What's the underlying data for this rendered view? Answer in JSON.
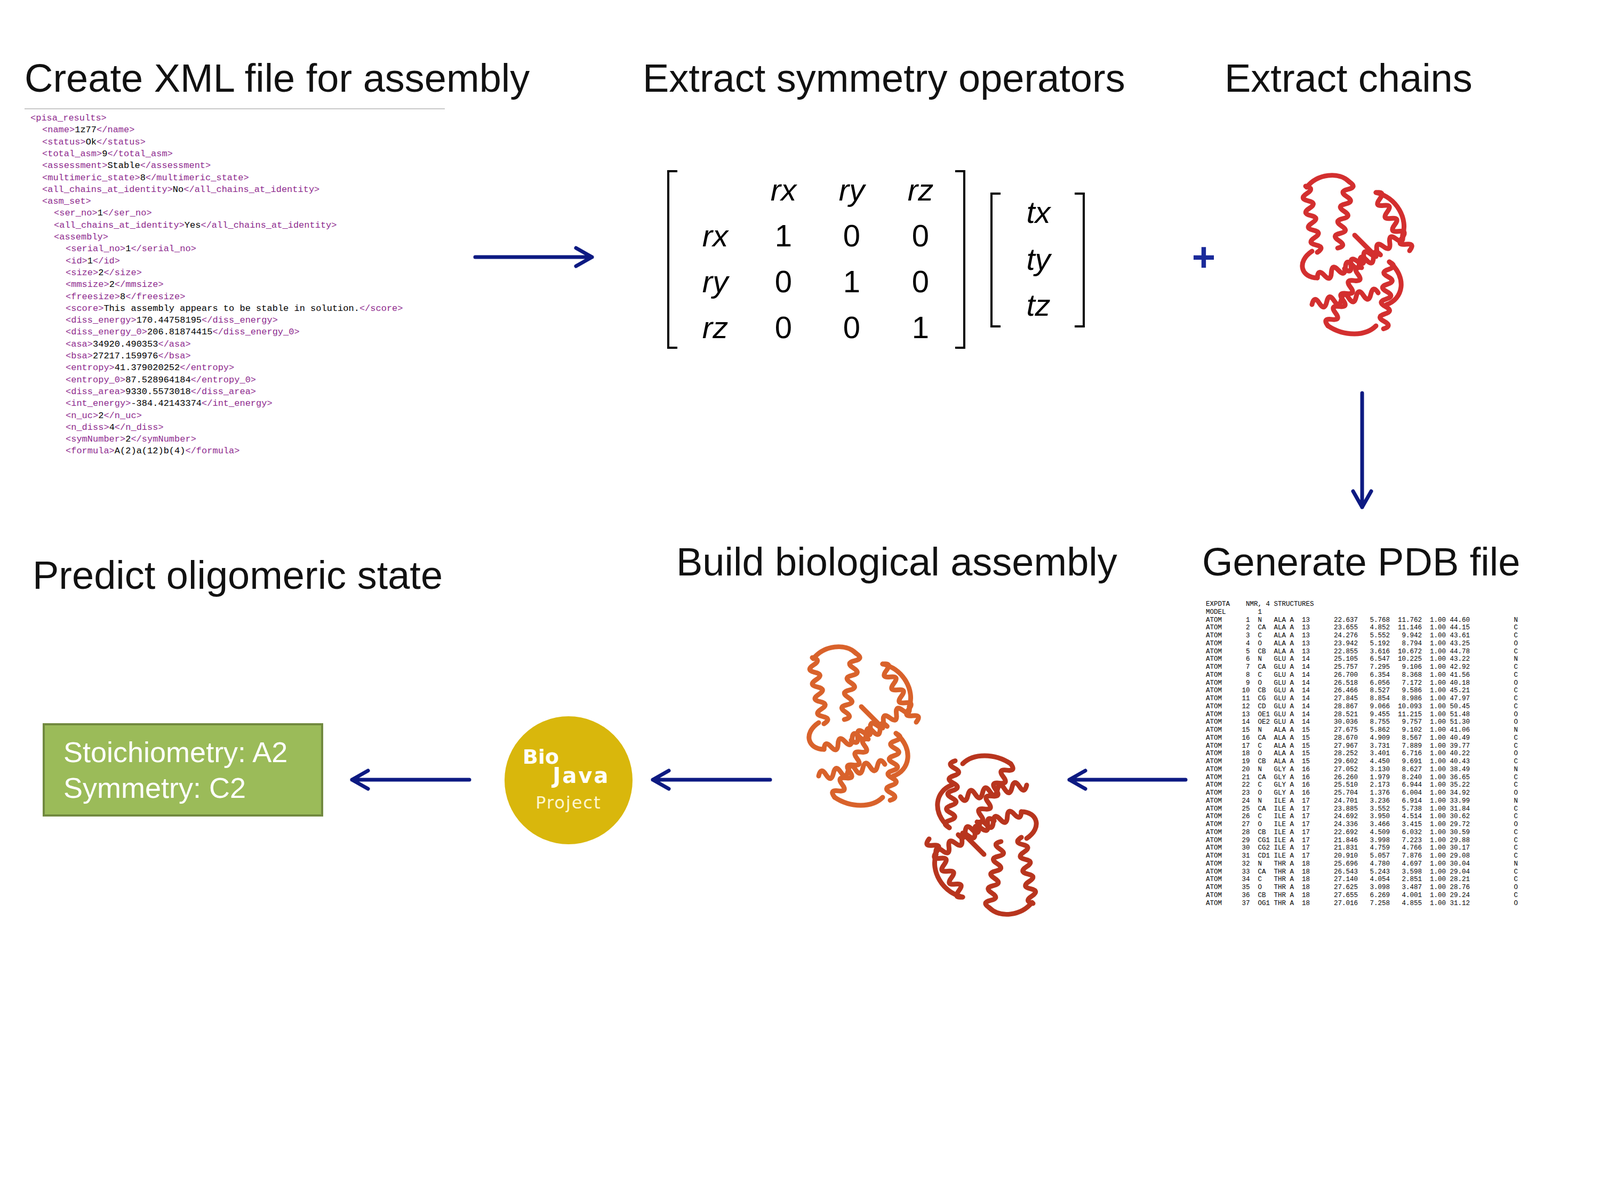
{
  "diagram": {
    "nodes": [
      {
        "text": [
          "Create XML file for assembly"
        ]
      },
      {
        "text": [
          "Extract symmetry operators"
        ]
      },
      {
        "text": [
          "Extract chains"
        ]
      },
      {
        "text": [
          "Generate PDB file"
        ]
      },
      {
        "text": [
          "Build biological assembly"
        ]
      },
      {
        "text": [
          "Bio",
          "Java",
          "Project"
        ]
      },
      {
        "text": [
          "Predict oligomeric state",
          "Stoichiometry: A2",
          "Symmetry: C2"
        ]
      }
    ],
    "edges": [
      {
        "from": 0,
        "to": 1,
        "arrow": "to"
      },
      {
        "from": 2,
        "to": 3,
        "arrow": "to"
      },
      {
        "from": 3,
        "to": 4,
        "arrow": "to"
      },
      {
        "from": 4,
        "to": 5,
        "arrow": "to"
      },
      {
        "from": 5,
        "to": 6,
        "arrow": "to"
      }
    ],
    "labels": [
      "<pisa_results>",
      "<name>1z77</name>",
      "<status>Ok</status>",
      "<total_asm>9</total_asm>",
      "<assessment>Stable</assessment>",
      "<multimeric_state>8</multimeric_state>",
      "<all_chains_at_identity>No</all_chains_at_identity>",
      "<asm_set>",
      "<ser_no>1</ser_no>",
      "<all_chains_at_identity>Yes</all_chains_at_identity>",
      "<assembly>",
      "<serial_no>1</serial_no>",
      "<id>1</id>",
      "<size>2</size>",
      "<mmsize>2</mmsize>",
      "<freesize>8</freesize>",
      "<score>This assembly appears to be stable in solution.</score>",
      "<diss_energy>170.44758195</diss_energy>",
      "<diss_energy_0>206.81874415</diss_energy_0>",
      "<asa>34920.490353</asa>",
      "<bsa>27217.159976</bsa>",
      "<entropy>41.379020252</entropy>",
      "<entropy_0>87.528964184</entropy_0>",
      "<diss_area>9330.5573018</diss_area>",
      "<int_energy>-384.42143374</int_energy>",
      "<n_uc>2</n_uc>",
      "<n_diss>4</n_diss>",
      "<symNumber>2</symNumber>",
      "<formula>A(2)a(12)b(4)</formula>",
      "rx",
      "ry",
      "rz",
      "rx",
      "1",
      "0",
      "0",
      "ry",
      "0",
      "1",
      "0",
      "rz",
      "0",
      "0",
      "1",
      "tx",
      "ty",
      "tz",
      "+",
      "EXPDTA    NMR, 4 STRUCTURES",
      "MODEL        1",
      "ATOM      1  N   ALA A  13      22.637   5.768  11.762  1.00 44.60           N",
      "ATOM      2  CA  ALA A  13      23.655   4.852  11.146  1.00 44.15           C",
      "ATOM      3  C   ALA A  13      24.276   5.552   9.942  1.00 43.61           C",
      "ATOM      4  O   ALA A  13      23.942   5.192   8.794  1.00 43.25           O",
      "ATOM      5  CB  ALA A  13      22.855   3.616  10.672  1.00 44.78           C",
      "ATOM      6  N   GLU A  14      25.105   6.547  10.225  1.00 43.22           N",
      "ATOM      7  CA  GLU A  14      25.757   7.295   9.106  1.00 42.92           C",
      "ATOM      8  C   GLU A  14      26.700   6.354   8.368  1.00 41.56           C",
      "ATOM      9  O   GLU A  14      26.518   6.056   7.172  1.00 40.18           O",
      "ATOM     10  CB  GLU A  14      26.466   8.527   9.586  1.00 45.21           C",
      "ATOM     11  CG  GLU A  14      27.845   8.854   8.986  1.00 47.97           C",
      "ATOM     12  CD  GLU A  14      28.867   9.066  10.093  1.00 50.45           C",
      "ATOM     13  OE1 GLU A  14      28.521   9.455  11.215  1.00 51.48           O",
      "ATOM     14  OE2 GLU A  14      30.036   8.755   9.757  1.00 51.30           O",
      "ATOM     15  N   ALA A  15      27.675   5.862   9.102  1.00 41.06           N",
      "ATOM     16  CA  ALA A  15      28.670   4.909   8.567  1.00 40.49           C",
      "ATOM     17  C   ALA A  15      27.967   3.731   7.889  1.00 39.77           C",
      "ATOM     18  O   ALA A  15      28.252   3.401   6.716  1.00 40.22           O",
      "ATOM     19  CB  ALA A  15      29.602   4.450   9.691  1.00 40.43           C",
      "ATOM     20  N   GLY A  16      27.052   3.130   8.627  1.00 38.49           N",
      "ATOM     21  CA  GLY A  16      26.260   1.979   8.240  1.00 36.65           C",
      "ATOM     22  C   GLY A  16      25.510   2.173   6.944  1.00 35.22           C",
      "ATOM     23  O   GLY A  16      25.704   1.376   6.004  1.00 34.92           O",
      "ATOM     24  N   ILE A  17      24.701   3.236   6.914  1.00 33.99           N",
      "ATOM     25  CA  ILE A  17      23.885   3.552   5.738  1.00 31.84           C",
      "ATOM     26  C   ILE A  17      24.692   3.950   4.514  1.00 30.62           C",
      "ATOM     27  O   ILE A  17      24.336   3.466   3.415  1.00 29.72           O",
      "ATOM     28  CB  ILE A  17      22.692   4.509   6.032  1.00 30.59           C",
      "ATOM     29  CG1 ILE A  17      21.846   3.998   7.223  1.00 29.88           C",
      "ATOM     30  CG2 ILE A  17      21.831   4.759   4.766  1.00 30.17           C",
      "ATOM     31  CD1 ILE A  17      20.910   5.057   7.876  1.00 29.08           C",
      "ATOM     32  N   THR A  18      25.696   4.780   4.697  1.00 30.04           N",
      "ATOM     33  CA  THR A  18      26.543   5.243   3.598  1.00 29.04           C",
      "ATOM     34  C   THR A  18      27.140   4.054   2.851  1.00 28.21           C",
      "ATOM     35  O   THR A  18      27.625   3.098   3.487  1.00 28.76           O",
      "ATOM     36  CB  THR A  18      27.655   6.269   4.001  1.00 29.24           C",
      "ATOM     37  OG1 THR A  18      27.016   7.258   4.855  1.00 31.12           O"
    ]
  }
}
